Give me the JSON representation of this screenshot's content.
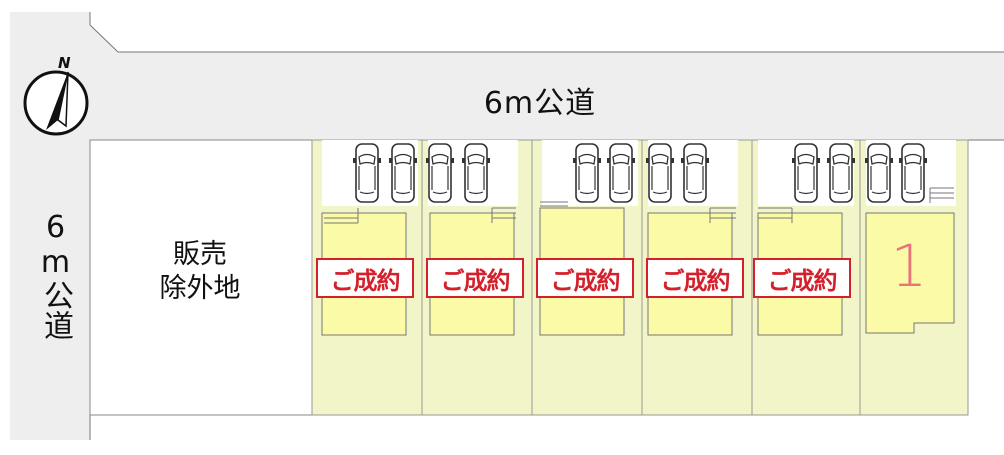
{
  "roads": {
    "top": "6m公道",
    "left": "6m公道"
  },
  "compass": {
    "north": "N"
  },
  "excluded_area": {
    "label": "販売\n除外地"
  },
  "lots": [
    {
      "status": "ご成約"
    },
    {
      "status": "ご成約"
    },
    {
      "status": "ご成約"
    },
    {
      "status": "ご成約"
    },
    {
      "status": "ご成約"
    },
    {
      "number": "1"
    }
  ],
  "colors": {
    "road": "#eeeeee",
    "lot": "#f2f5c8",
    "building": "#fbfaa6",
    "sold_badge": "#d4202a",
    "lot_number": "#e8737b"
  }
}
